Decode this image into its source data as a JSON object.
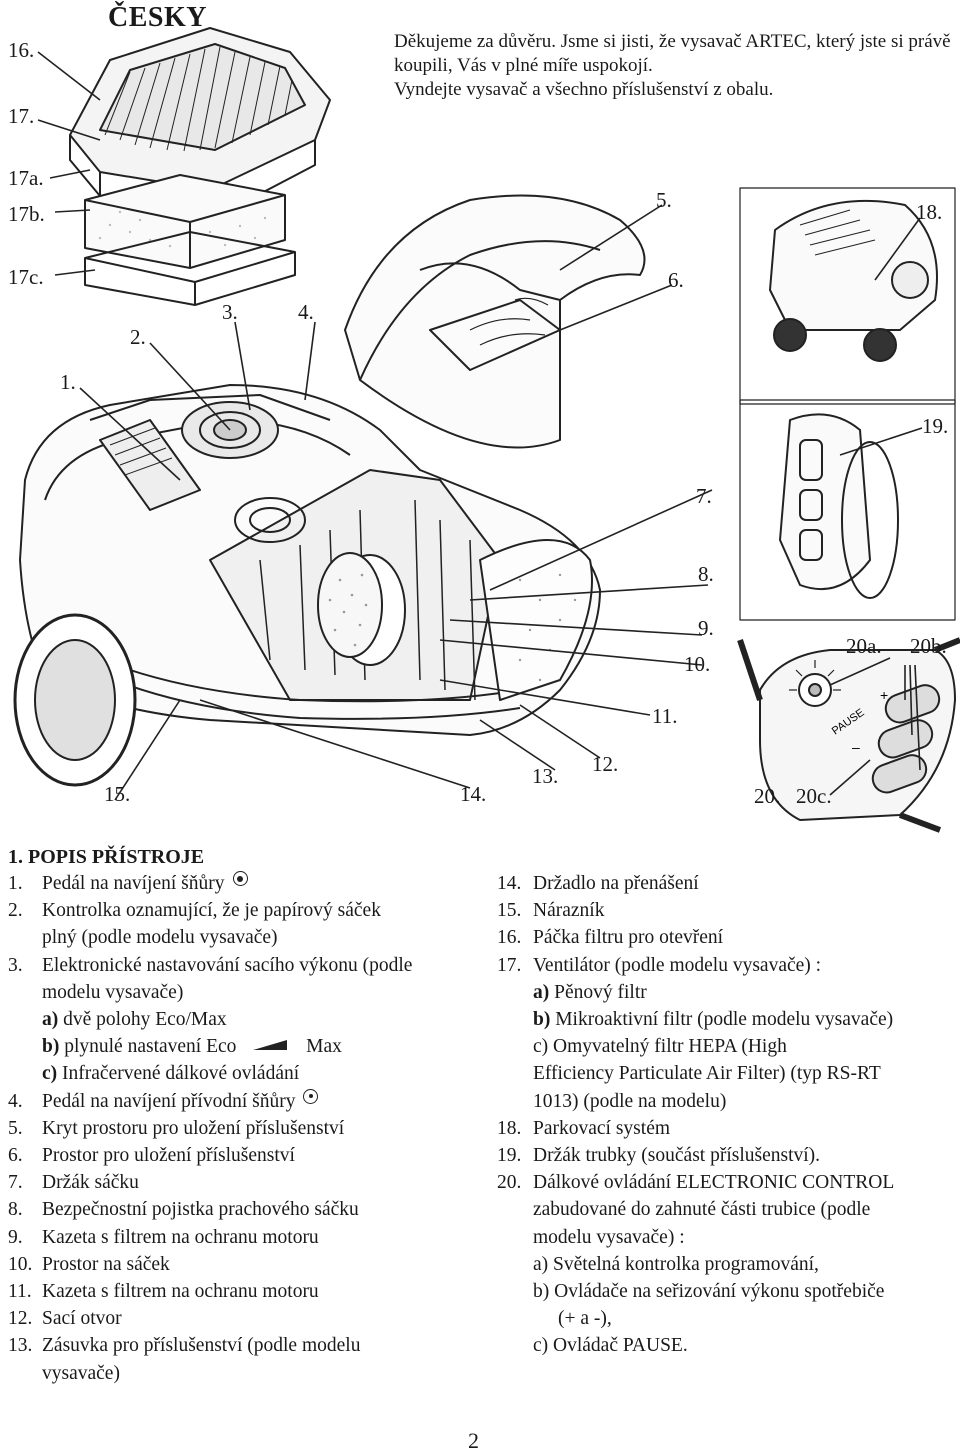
{
  "header": {
    "language": "ČESKY",
    "intro": [
      "Děkujeme za důvěru. Jsme si jisti, že vysavač ARTEC, který jste si právě",
      "koupili, Vás v plné míře uspokojí.",
      "Vyndejte vysavač a všechno příslušenství z obalu."
    ]
  },
  "illustration": {
    "callouts": {
      "c16": "16.",
      "c17": "17.",
      "c17a": "17a.",
      "c17b": "17b.",
      "c17c": "17c.",
      "c1": "1.",
      "c2": "2.",
      "c3": "3.",
      "c4": "4.",
      "c5": "5.",
      "c6": "6.",
      "c7": "7.",
      "c8": "8.",
      "c9": "9.",
      "c10": "10.",
      "c11": "11.",
      "c12": "12.",
      "c13": "13.",
      "c14": "14.",
      "c15": "15.",
      "c18": "18.",
      "c19": "19.",
      "c20": "20.",
      "c20a": "20a.",
      "c20b": "20b.",
      "c20c": "20c."
    },
    "remote_labels": {
      "pause": "PAUSE",
      "plus": "+",
      "minus": "–"
    }
  },
  "section": {
    "heading": "1. POPIS PŘÍSTROJE",
    "left_items": [
      {
        "num": "1.",
        "text": "Pedál na navíjení  šňůry"
      },
      {
        "num": "2.",
        "text": "Kontrolka oznamující, že je papírový sáček"
      },
      {
        "cont": "plný (podle modelu vysavače)"
      },
      {
        "num": "3.",
        "text": "Elektronické nastavování sacího výkonu (podle"
      },
      {
        "cont": "modelu vysavače)"
      },
      {
        "letter": "a)",
        "text": "dvě polohy Eco/Max"
      },
      {
        "letter": "b)",
        "text_a": "plynulé nastavení Eco",
        "text_b": "Max"
      },
      {
        "letter": "c)",
        "text": "Infračervené dálkové ovládání"
      },
      {
        "num": "4.",
        "text": "Pedál na navíjení přívodní šňůry"
      },
      {
        "num": "5.",
        "text": "Kryt prostoru pro uložení příslušenství"
      },
      {
        "num": "6.",
        "text": "Prostor pro uložení příslušenství"
      },
      {
        "num": "7.",
        "text": "Držák sáčku"
      },
      {
        "num": "8.",
        "text": "Bezpečnostní pojistka prachového sáčku"
      },
      {
        "num": "9.",
        "text": "Kazeta s filtrem na ochranu motoru"
      },
      {
        "num": "10.",
        "text": "Prostor na sáček"
      },
      {
        "num": "11.",
        "text": "Kazeta s filtrem na ochranu motoru"
      },
      {
        "num": "12.",
        "text": "Sací otvor"
      },
      {
        "num": "13.",
        "text": "Zásuvka pro příslušenství  (podle modelu"
      },
      {
        "cont": "vysavače)"
      }
    ],
    "right_items": [
      {
        "num": "14.",
        "text": "Držadlo na přenášení"
      },
      {
        "num": "15.",
        "text": "Nárazník"
      },
      {
        "num": "16.",
        "text": "Páčka filtru pro otevření"
      },
      {
        "num": "17.",
        "text": "Ventilátor (podle modelu vysavače) :"
      },
      {
        "letter": "a)",
        "text": "Pěnový filtr"
      },
      {
        "letter": "b)",
        "text": "Mikroaktivní filtr (podle modelu vysavače)"
      },
      {
        "letter": "c)",
        "text": "Omyvatelný filtr HEPA (High"
      },
      {
        "cont": "Efficiency Particulate Air Filter) (typ RS-RT"
      },
      {
        "cont": "1013) (podle na modelu)"
      },
      {
        "num": "18.",
        "text": "Parkovací systém"
      },
      {
        "num": "19.",
        "text": "Držák trubky (součást příslušenství)."
      },
      {
        "num": "20.",
        "text": "Dálkové ovládání ELECTRONIC CONTROL"
      },
      {
        "cont": "zabudované do zahnuté části trubice (podle"
      },
      {
        "cont": "modelu vysavače) :"
      },
      {
        "letter": "a)",
        "text": "Světelná kontrolka programování,"
      },
      {
        "letter": "b)",
        "text": "Ovládače na seřizování výkonu spotřebiče"
      },
      {
        "cont2": "(+ a -),"
      },
      {
        "letter": "c)",
        "text": "Ovládač PAUSE."
      }
    ]
  },
  "footer": {
    "page_number": "2"
  }
}
